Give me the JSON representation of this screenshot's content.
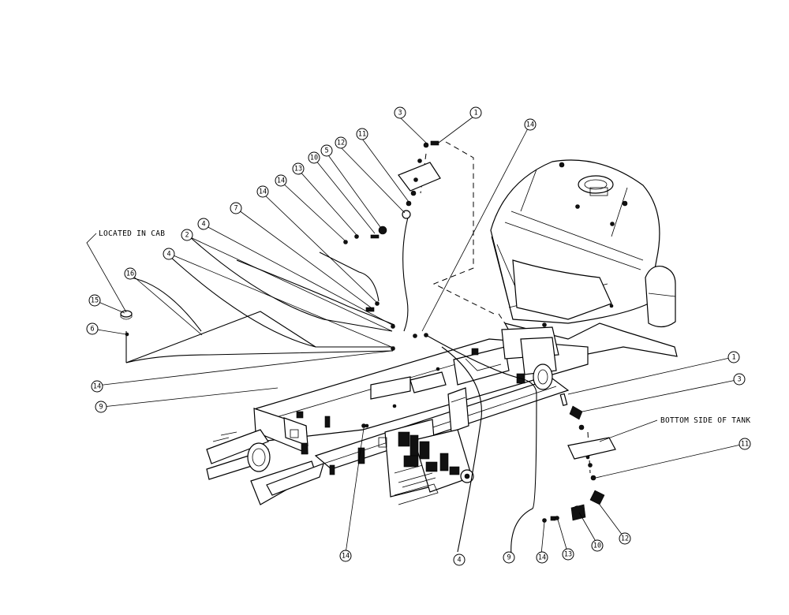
{
  "notes": {
    "located_in_cab": "LOCATED IN CAB",
    "bottom_side_of_tank": "BOTTOM SIDE OF TANK"
  },
  "callouts": [
    {
      "id": "c-3-top",
      "label": "3"
    },
    {
      "id": "c-1-top",
      "label": "1"
    },
    {
      "id": "c-14-topright",
      "label": "14"
    },
    {
      "id": "c-11-top",
      "label": "11"
    },
    {
      "id": "c-12-top",
      "label": "12"
    },
    {
      "id": "c-5",
      "label": "5"
    },
    {
      "id": "c-10-top",
      "label": "10"
    },
    {
      "id": "c-13-top",
      "label": "13"
    },
    {
      "id": "c-14-upper",
      "label": "14"
    },
    {
      "id": "c-7",
      "label": "7"
    },
    {
      "id": "c-4-upper",
      "label": "4"
    },
    {
      "id": "c-2",
      "label": "2"
    },
    {
      "id": "c-4-left",
      "label": "4"
    },
    {
      "id": "c-16",
      "label": "16"
    },
    {
      "id": "c-15",
      "label": "15"
    },
    {
      "id": "c-6",
      "label": "6"
    },
    {
      "id": "c-14-left",
      "label": "14"
    },
    {
      "id": "c-9-left",
      "label": "9"
    },
    {
      "id": "c-14-bottom",
      "label": "14"
    },
    {
      "id": "c-4-bottom",
      "label": "4"
    },
    {
      "id": "c-9-bottom",
      "label": "9"
    },
    {
      "id": "c-14-br",
      "label": "14"
    },
    {
      "id": "c-13-br",
      "label": "13"
    },
    {
      "id": "c-10-br",
      "label": "10"
    },
    {
      "id": "c-12-br",
      "label": "12"
    },
    {
      "id": "c-11-right",
      "label": "11"
    },
    {
      "id": "c-3-right",
      "label": "3"
    },
    {
      "id": "c-1-right",
      "label": "1"
    }
  ]
}
